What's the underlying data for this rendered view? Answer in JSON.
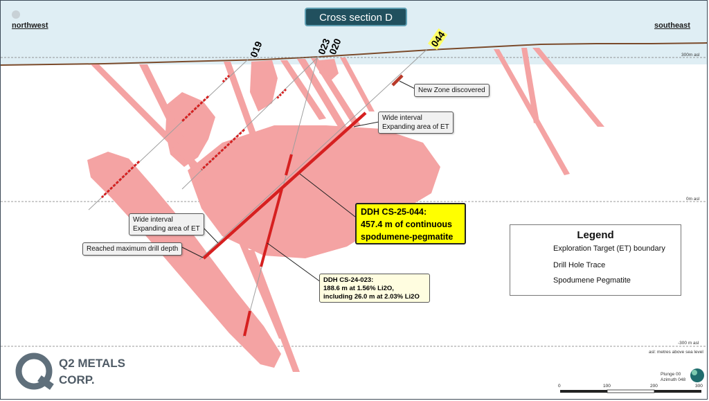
{
  "title": "Cross section D",
  "directions": {
    "left": "northwest",
    "right": "southeast"
  },
  "drill_holes": {
    "h019": "019",
    "h023": "023",
    "h020": "020",
    "h044": "044"
  },
  "levels": {
    "top": "300m asl",
    "zero": "0m asl",
    "bottom": "-300 m asl",
    "note": "asl: metres above sea level"
  },
  "callouts": {
    "new_zone": "New Zone discovered",
    "wide_upper_1": "Wide interval",
    "wide_upper_2": "Expanding area of ET",
    "wide_lower_1": "Wide interval",
    "wide_lower_2": "Expanding area of ET",
    "max_depth": "Reached maximum drill depth",
    "cs044_1": "DDH CS-25-044:",
    "cs044_2": "457.4 m of continuous",
    "cs044_3": "spodumene-pegmatite",
    "cs023_1": "DDH CS-24-023:",
    "cs023_2": "188.6 m at 1.56% Li2O,",
    "cs023_3": "including 26.0 m at 2.03% Li2O"
  },
  "legend": {
    "title": "Legend",
    "items": [
      {
        "label": "Exploration Target (ET) boundary",
        "color": "#f4a3a3"
      },
      {
        "label": "Drill Hole Trace",
        "color": "#b0b0b0"
      },
      {
        "label": "Spodumene Pegmatite",
        "color": "#d62020"
      }
    ]
  },
  "orientation": {
    "plunge": "Plunge 00",
    "azimuth": "Azimuth 048"
  },
  "scale": {
    "ticks": [
      "0",
      "100",
      "200",
      "300"
    ]
  },
  "logo": {
    "line1": "Q2 METALS",
    "line2": "CORP."
  },
  "colors": {
    "sky": "#dfeef4",
    "et_fill": "#f4a3a3",
    "pegmatite": "#d62020",
    "ground": "#7a4a2a",
    "title_bg": "#21505e"
  }
}
